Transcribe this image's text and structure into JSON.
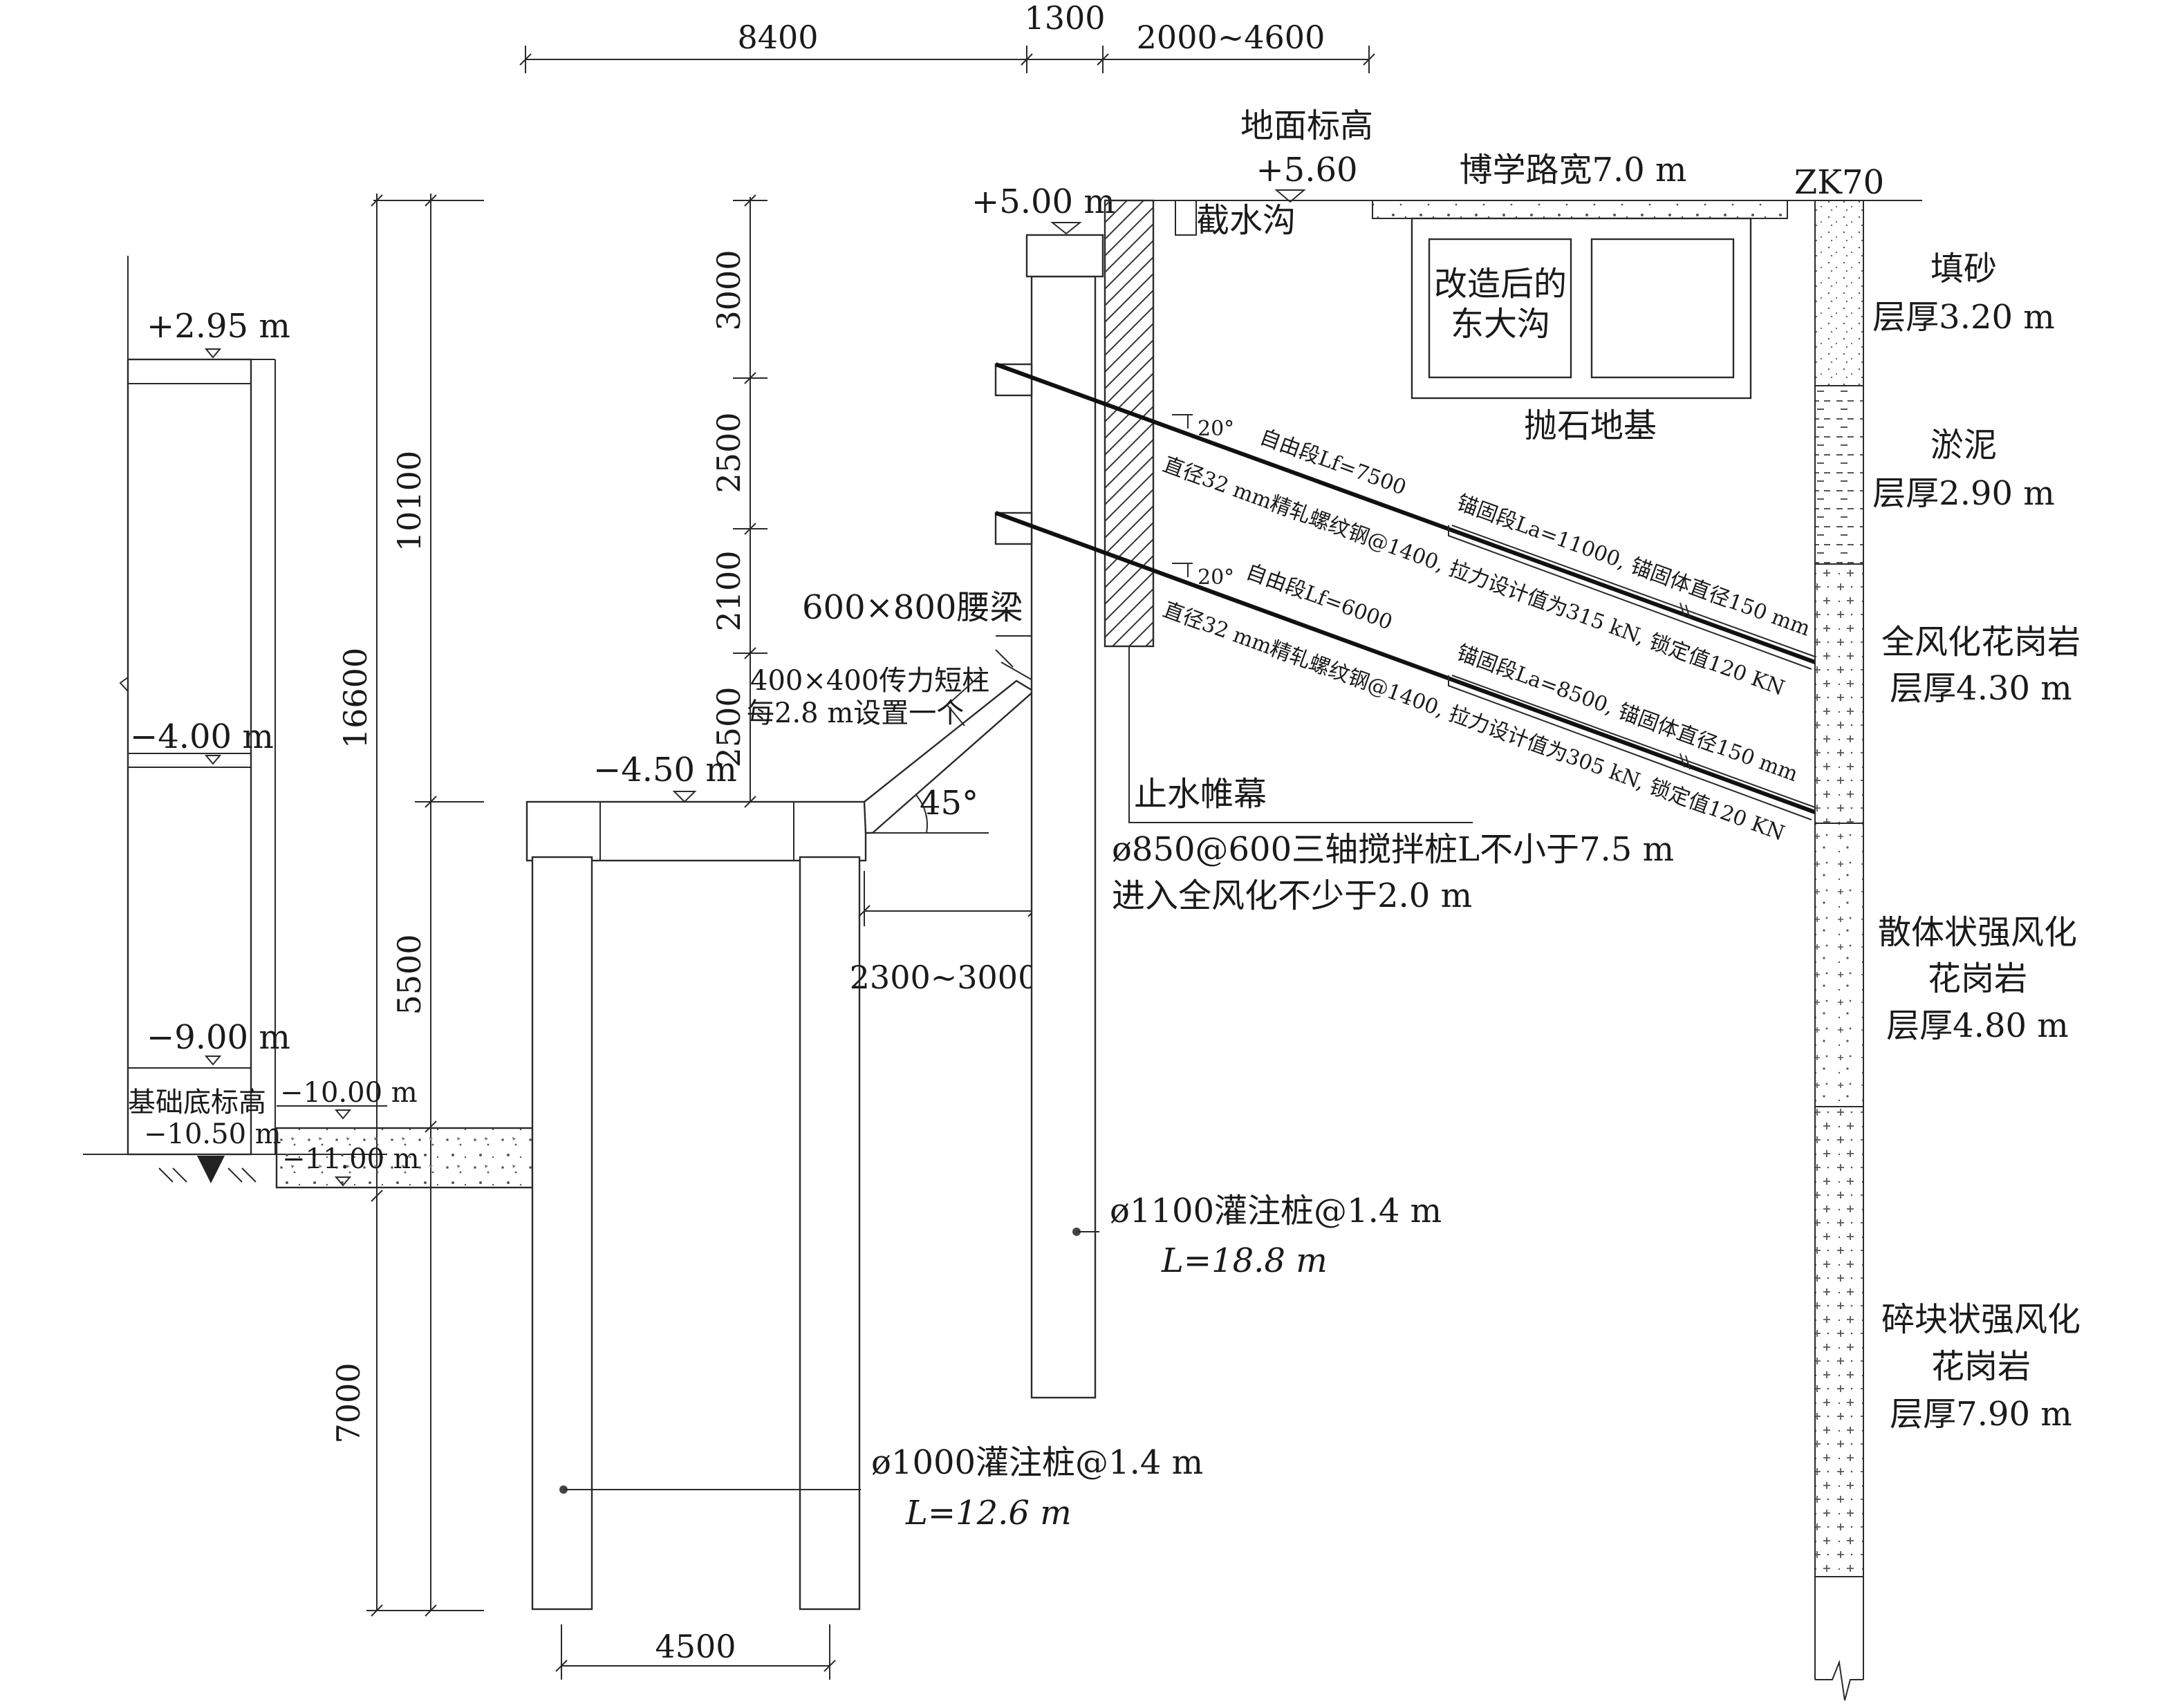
{
  "dims": {
    "top_8400": "8400",
    "top_1300": "1300",
    "top_2000_4600": "2000~4600",
    "v_3000": "3000",
    "v_2500a": "2500",
    "v_2100": "2100",
    "v_2500b": "2500",
    "v_10100": "10100",
    "v_16600": "16600",
    "v_5500": "5500",
    "v_7000": "7000",
    "h_2300_3000": "2300~3000",
    "h_4500": "4500"
  },
  "elevations": {
    "e_295": "+2.95 m",
    "e_400": "−4.00 m",
    "e_900": "−9.00 m",
    "e_1000": "−10.00 m",
    "e_1100": "−11.00 m",
    "e_450": "−4.50 m",
    "e_500": "+5.00 m",
    "base_label": "基础底标高",
    "base_value": "−10.50 m",
    "ground_label": "地面标高",
    "ground_value": "+5.60"
  },
  "labels": {
    "interceptor": "截水沟",
    "road": "博学路宽7.0 m",
    "zk": "ZK70",
    "canal_line1": "改造后的",
    "canal_line2": "东大沟",
    "riprap": "抛石地基",
    "waist_beam": "600×800腰梁",
    "strut_line1": "400×400传力短柱",
    "strut_line2": "每2.8 m设置一个",
    "angle_45": "45°",
    "curtain": "止水帷幕",
    "mix_pile_line1": "ø850@600三轴搅拌桩L不小于7.5 m",
    "mix_pile_line2": "进入全风化不少于2.0 m",
    "pile1100_line1": "ø1100灌注桩@1.4 m",
    "pile1100_line2": "L=18.8 m",
    "pile1000_line1": "ø1000灌注桩@1.4 m",
    "pile1000_line2": "L=12.6 m"
  },
  "anchors": [
    {
      "angle": "20°",
      "free": "自由段Lf=7500",
      "bar": "直径32 mm精轧螺纹钢@1400, 拉力设计值为315 kN, 锁定值120 KN",
      "bond": "锚固段La=11000, 锚固体直径150 mm"
    },
    {
      "angle": "20°",
      "free": "自由段Lf=6000",
      "bar": "直径32 mm精轧螺纹钢@1400, 拉力设计值为305 kN, 锁定值120 KN",
      "bond": "锚固段La=8500, 锚固体直径150 mm"
    }
  ],
  "strata": [
    {
      "name": "填砂",
      "thickness": "层厚3.20 m"
    },
    {
      "name": "淤泥",
      "thickness": "层厚2.90 m"
    },
    {
      "name": "全风化花岗岩",
      "thickness": "层厚4.30 m"
    },
    {
      "name_line1": "散体状强风化",
      "name_line2": "花岗岩",
      "thickness": "层厚4.80 m"
    },
    {
      "name_line1": "碎块状强风化",
      "name_line2": "花岗岩",
      "thickness": "层厚7.90 m"
    }
  ]
}
